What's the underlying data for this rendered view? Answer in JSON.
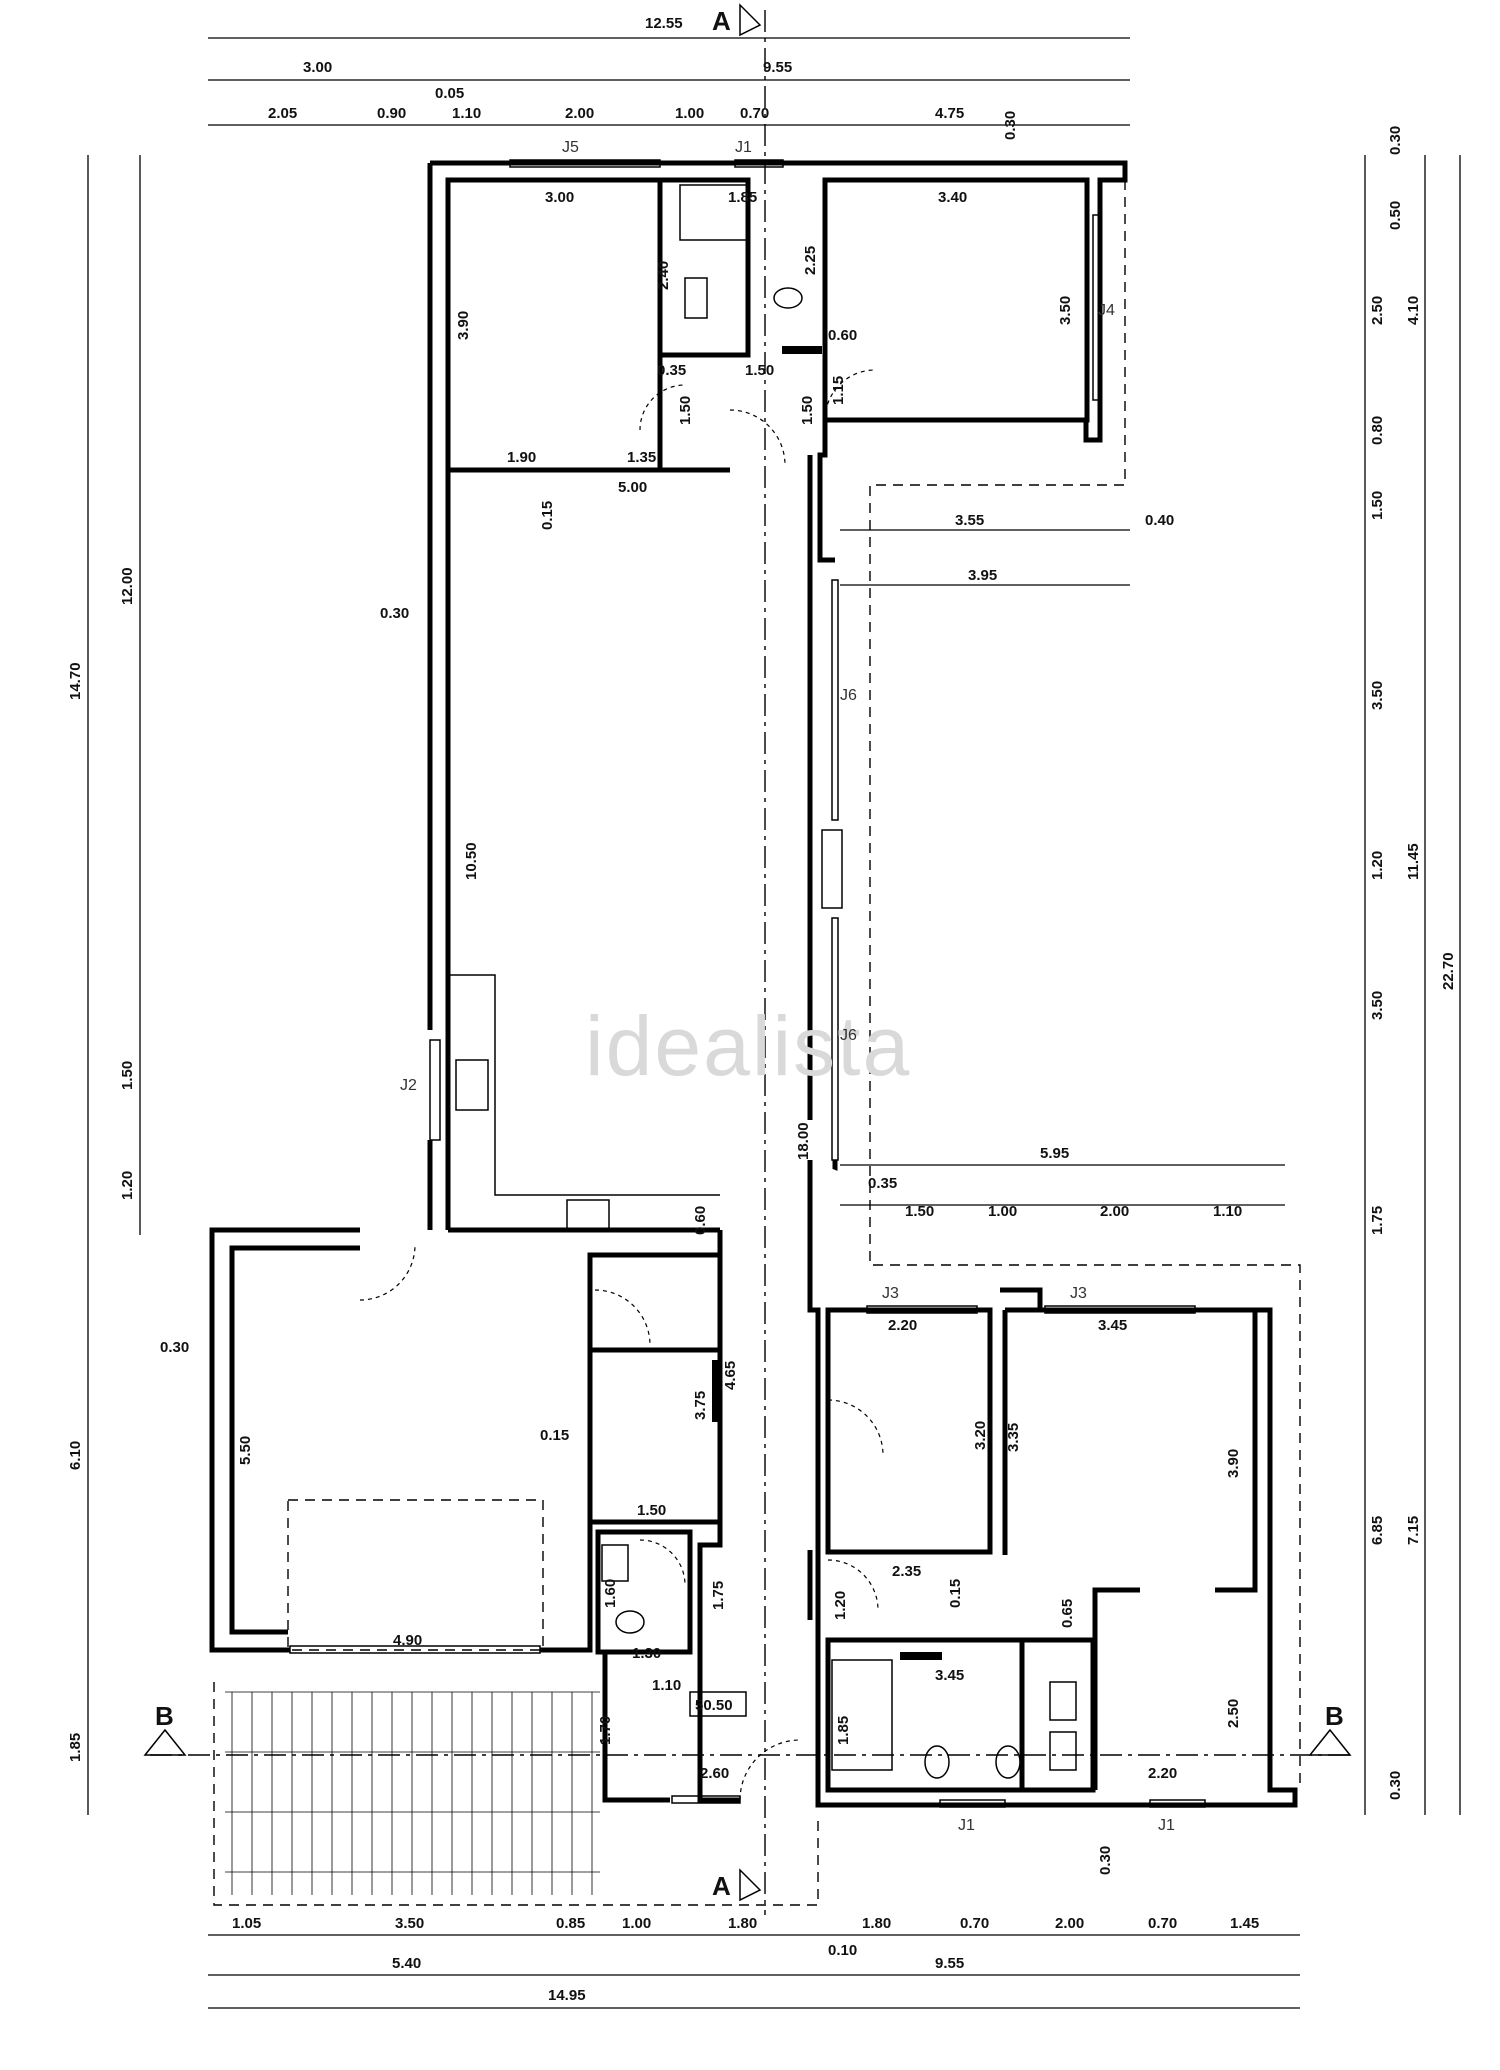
{
  "watermark": "idealista",
  "section_marks": {
    "a_top": "A",
    "a_bottom": "A",
    "b_left": "B",
    "b_right": "B"
  },
  "area_label": "50.50",
  "window_tags": [
    "J5",
    "J1",
    "J4",
    "J6",
    "J6",
    "J2",
    "J3",
    "J3",
    "J1",
    "J1"
  ],
  "dims_top": [
    "12.55",
    "3.00",
    "9.55",
    "0.05",
    "2.05",
    "0.90",
    "1.10",
    "2.00",
    "1.00",
    "0.70",
    "4.75",
    "0.30"
  ],
  "dims_left": [
    "14.70",
    "12.00",
    "1.50",
    "1.20",
    "6.10",
    "1.85"
  ],
  "dims_right": [
    "0.30",
    "0.50",
    "2.50",
    "4.10",
    "0.80",
    "1.50",
    "3.50",
    "1.20",
    "11.45",
    "22.70",
    "3.50",
    "1.75",
    "6.85",
    "7.15",
    "0.30"
  ],
  "dims_bottom": [
    "1.05",
    "3.50",
    "0.85",
    "1.00",
    "1.80",
    "1.80",
    "0.70",
    "2.00",
    "0.70",
    "1.45",
    "0.10",
    "5.40",
    "9.55",
    "14.95"
  ],
  "dims_interior": [
    "3.00",
    "3.90",
    "1.85",
    "2.40",
    "2.25",
    "0.35",
    "1.50",
    "0.60",
    "1.50",
    "1.50",
    "1.15",
    "3.40",
    "3.50",
    "1.90",
    "1.35",
    "0.15",
    "5.00",
    "3.55",
    "0.40",
    "3.95",
    "0.30",
    "10.50",
    "18.00",
    "5.95",
    "0.35",
    "1.50",
    "1.00",
    "2.00",
    "1.10",
    "0.60",
    "0.30",
    "5.50",
    "0.15",
    "3.75",
    "4.65",
    "1.50",
    "1.60",
    "1.75",
    "1.30",
    "1.10",
    "4.90",
    "1.70",
    "2.60",
    "2.20",
    "3.45",
    "3.20",
    "3.35",
    "3.90",
    "2.35",
    "0.15",
    "1.20",
    "0.65",
    "3.45",
    "1.85",
    "2.50",
    "2.20",
    "0.30"
  ]
}
